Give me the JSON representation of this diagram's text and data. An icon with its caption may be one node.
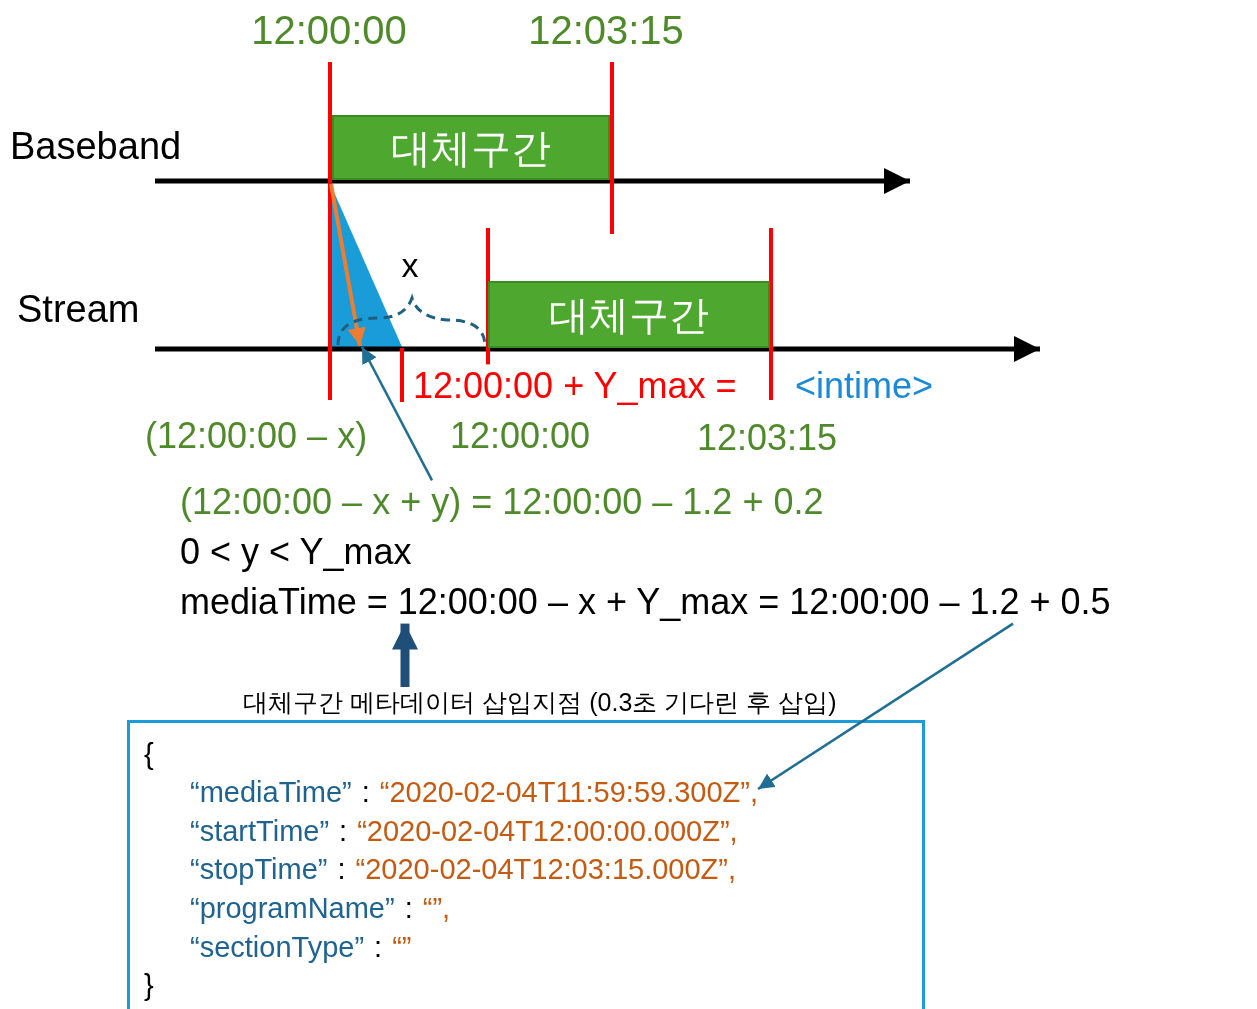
{
  "diagram": {
    "nodes": [
      {
        "text": [
          "대체구간"
        ]
      },
      {
        "text": [
          "대체구간"
        ]
      },
      {
        "text": [
          "(12:00:00 – x + y) = 12:00:00 – 1.2 + 0.2"
        ]
      },
      {
        "text": [
          "mediaTime = 12:00:00 – x + Y_max = 12:00:00 – 1.2 + 0.5"
        ]
      },
      {
        "text": [
          "대체구간 메타데이터 삽입지점 (0.3초 기다린 후 삽입)"
        ]
      },
      {
        "text": [
          "{",
          "}"
        ]
      },
      {
        "text": [
          "“mediaTime”",
          ":",
          "“2020-02-04T11:59:59.300Z”,"
        ],
        "in": 5
      },
      {
        "text": [
          "“startTime”",
          ":",
          "“2020-02-04T12:00:00.000Z”,"
        ],
        "in": 5
      },
      {
        "text": [
          "“stopTime”",
          ":",
          "“2020-02-04T12:03:15.000Z”,"
        ],
        "in": 5
      },
      {
        "text": [
          "“programName”",
          ":",
          "“”,"
        ],
        "in": 5
      },
      {
        "text": [
          "“sectionType”",
          ":",
          "“”"
        ],
        "in": 5
      },
      {
        "text": [],
        "shape": "triangle"
      }
    ],
    "edges": [
      {
        "from": 2,
        "to": 11,
        "arrow": "to"
      },
      {
        "from": 3,
        "to": 6,
        "arrow": "to"
      },
      {
        "from": 4,
        "to": 3,
        "arrow": "to",
        "style": "thick",
        "color": "#1f4e79"
      }
    ],
    "labels": [
      "12:00:00",
      "12:03:15",
      "Baseband",
      "Stream",
      "x",
      "12:00:00 + Y_max =",
      "<intime>",
      "(12:00:00 – x)",
      "12:00:00",
      "12:03:15",
      "0 < y < Y_max"
    ]
  }
}
